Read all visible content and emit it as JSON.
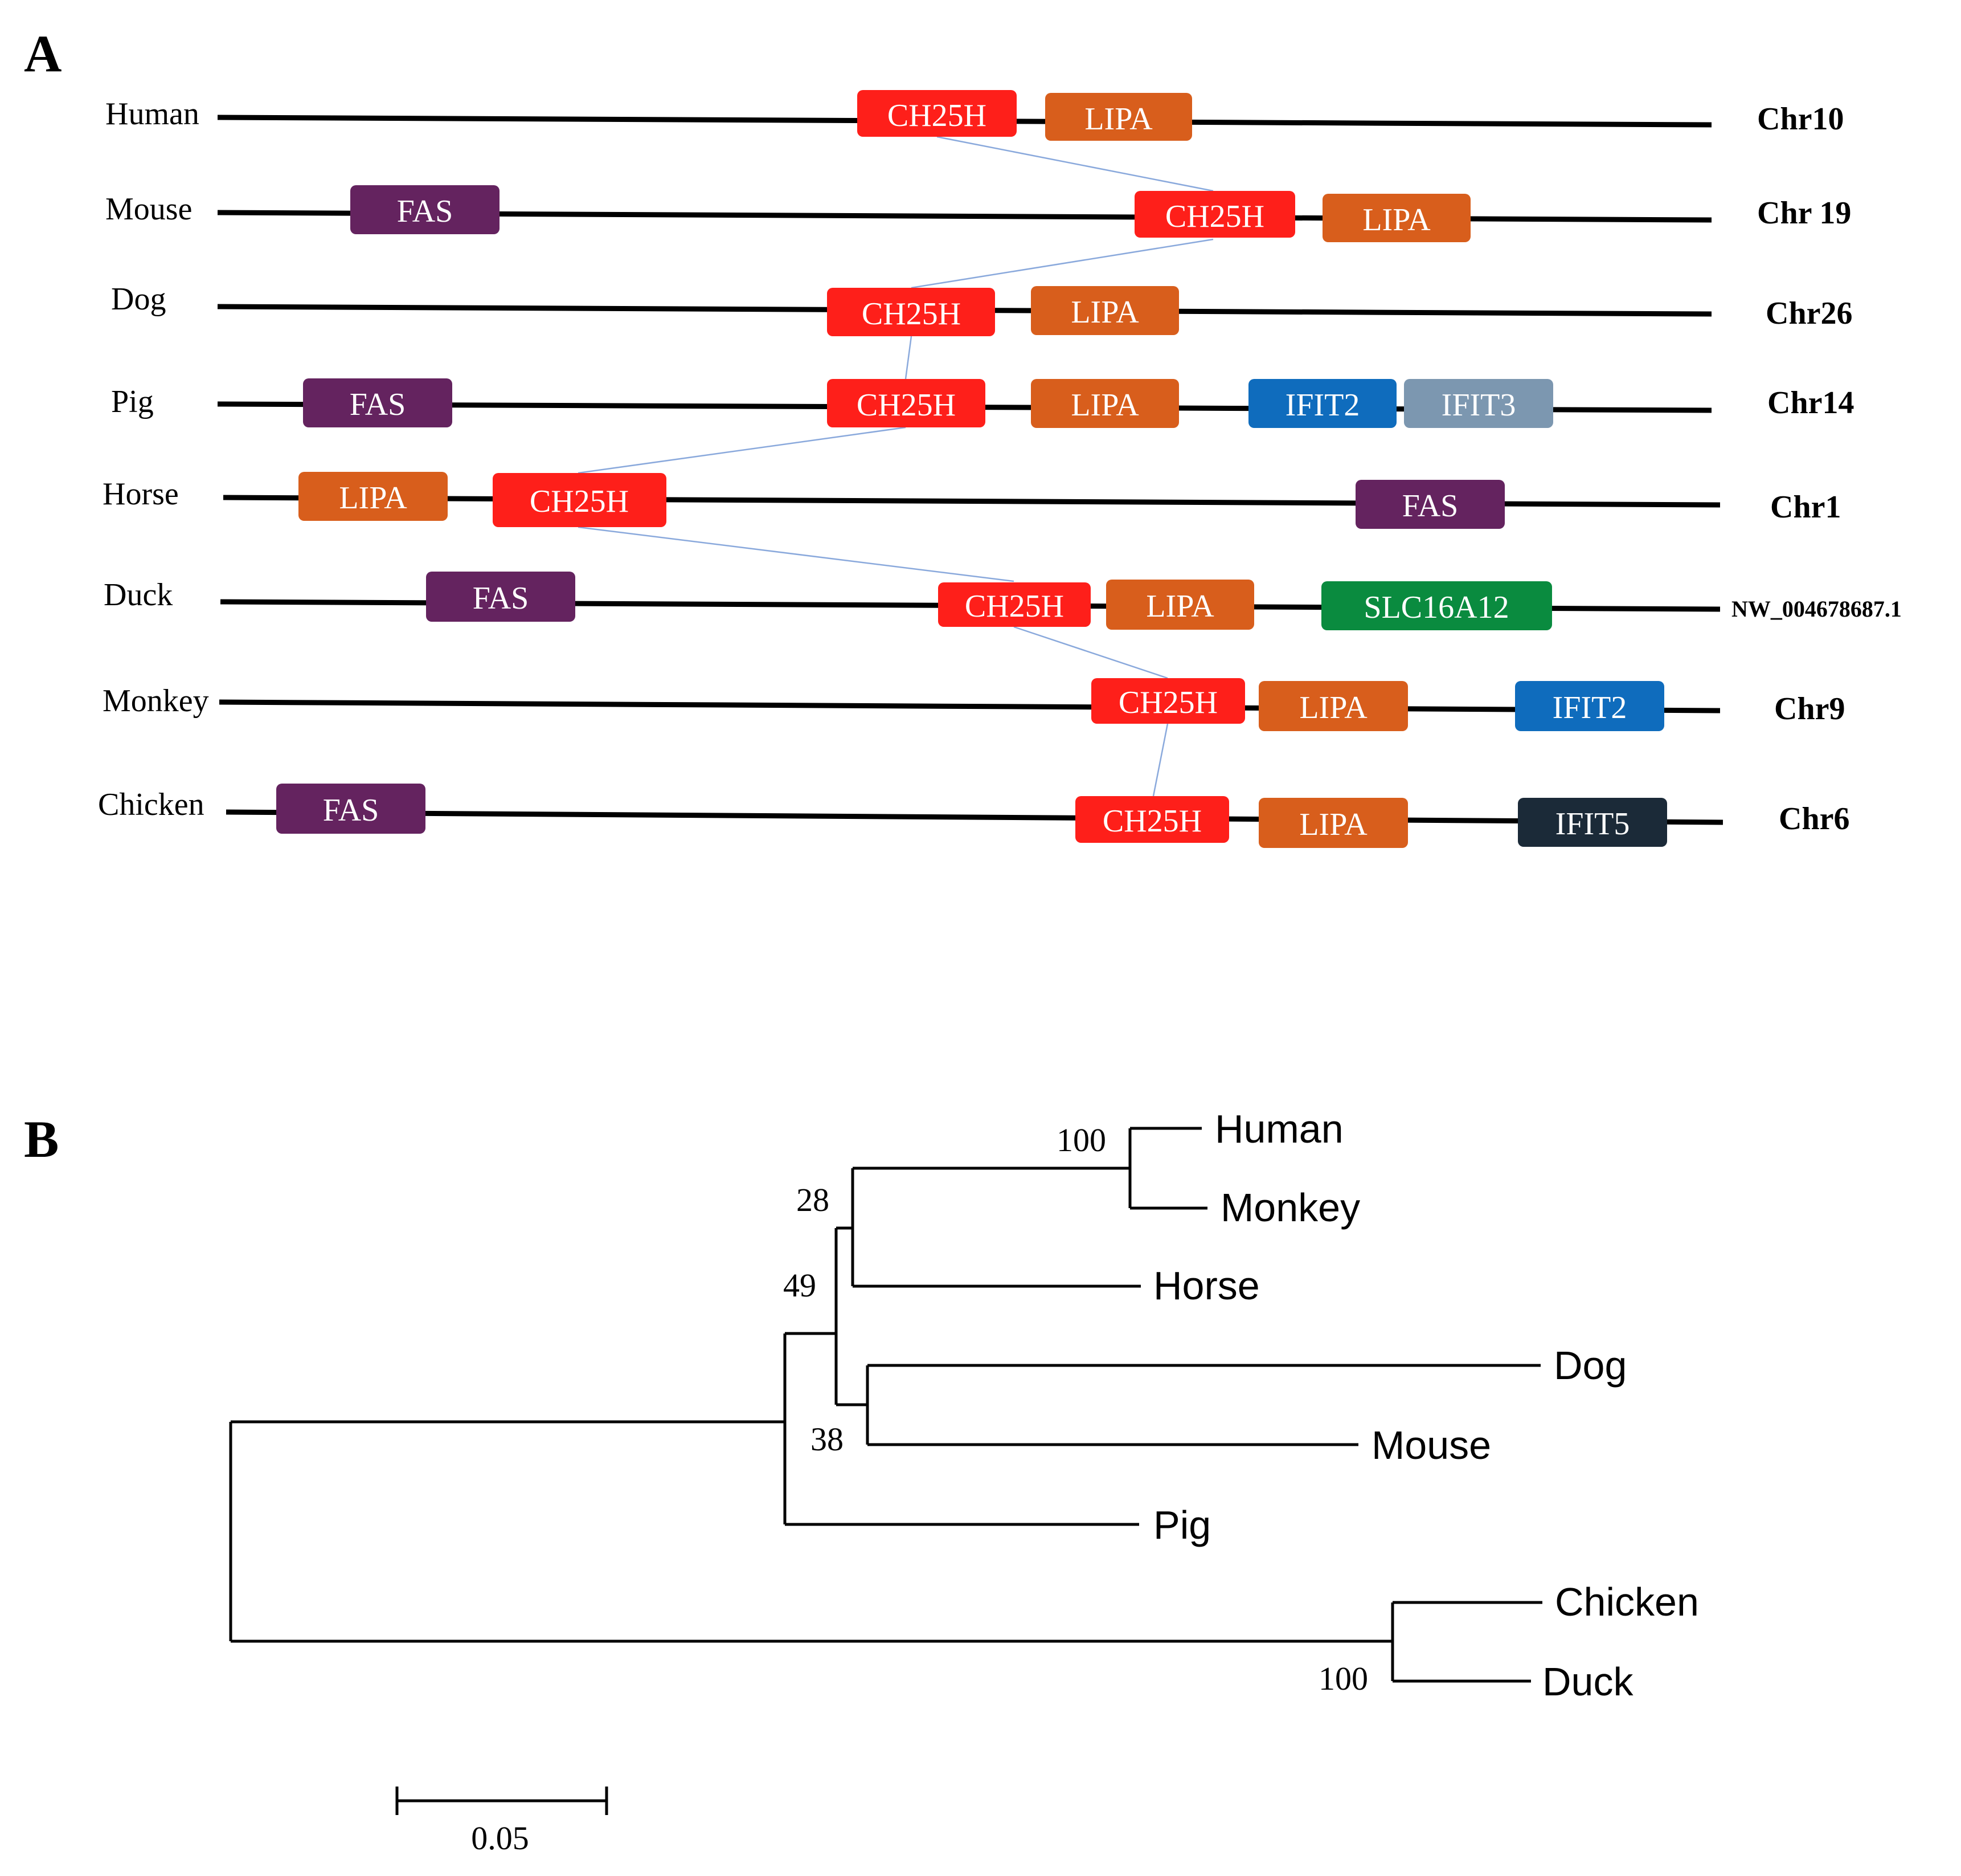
{
  "panel_a": {
    "letter": "A",
    "gene_colors": {
      "CH25H": "#fe1f1a",
      "LIPA": "#d85e1c",
      "FAS": "#64235f",
      "IFIT2": "#0f6cbd",
      "IFIT3": "#7c97b0",
      "SLC16A12": "#0a8b3f",
      "IFIT5": "#1b2a38"
    },
    "tracks": [
      {
        "species": "Human",
        "chromosome": "Chr10",
        "genes": [
          "CH25H",
          "LIPA"
        ]
      },
      {
        "species": "Mouse",
        "chromosome": "Chr 19",
        "genes": [
          "FAS",
          "CH25H",
          "LIPA"
        ]
      },
      {
        "species": "Dog",
        "chromosome": "Chr26",
        "genes": [
          "CH25H",
          "LIPA"
        ]
      },
      {
        "species": "Pig",
        "chromosome": "Chr14",
        "genes": [
          "FAS",
          "CH25H",
          "LIPA",
          "IFIT2",
          "IFIT3"
        ]
      },
      {
        "species": "Horse",
        "chromosome": "Chr1",
        "genes": [
          "LIPA",
          "CH25H",
          "FAS"
        ]
      },
      {
        "species": "Duck",
        "chromosome": "NW_004678687.1",
        "genes": [
          "FAS",
          "CH25H",
          "LIPA",
          "SLC16A12"
        ]
      },
      {
        "species": "Monkey",
        "chromosome": "Chr9",
        "genes": [
          "CH25H",
          "LIPA",
          "IFIT2"
        ]
      },
      {
        "species": "Chicken",
        "chromosome": "Chr6",
        "genes": [
          "FAS",
          "CH25H",
          "LIPA",
          "IFIT5"
        ]
      }
    ]
  },
  "panel_b": {
    "letter": "B",
    "leaves": [
      "Human",
      "Monkey",
      "Horse",
      "Dog",
      "Mouse",
      "Pig",
      "Chicken",
      "Duck"
    ],
    "bootstrap": {
      "human_monkey": "100",
      "primate_horse": "28",
      "mammal_inner": "49",
      "dog_mouse": "38",
      "chicken_duck": "100"
    },
    "scale_bar": "0.05"
  }
}
